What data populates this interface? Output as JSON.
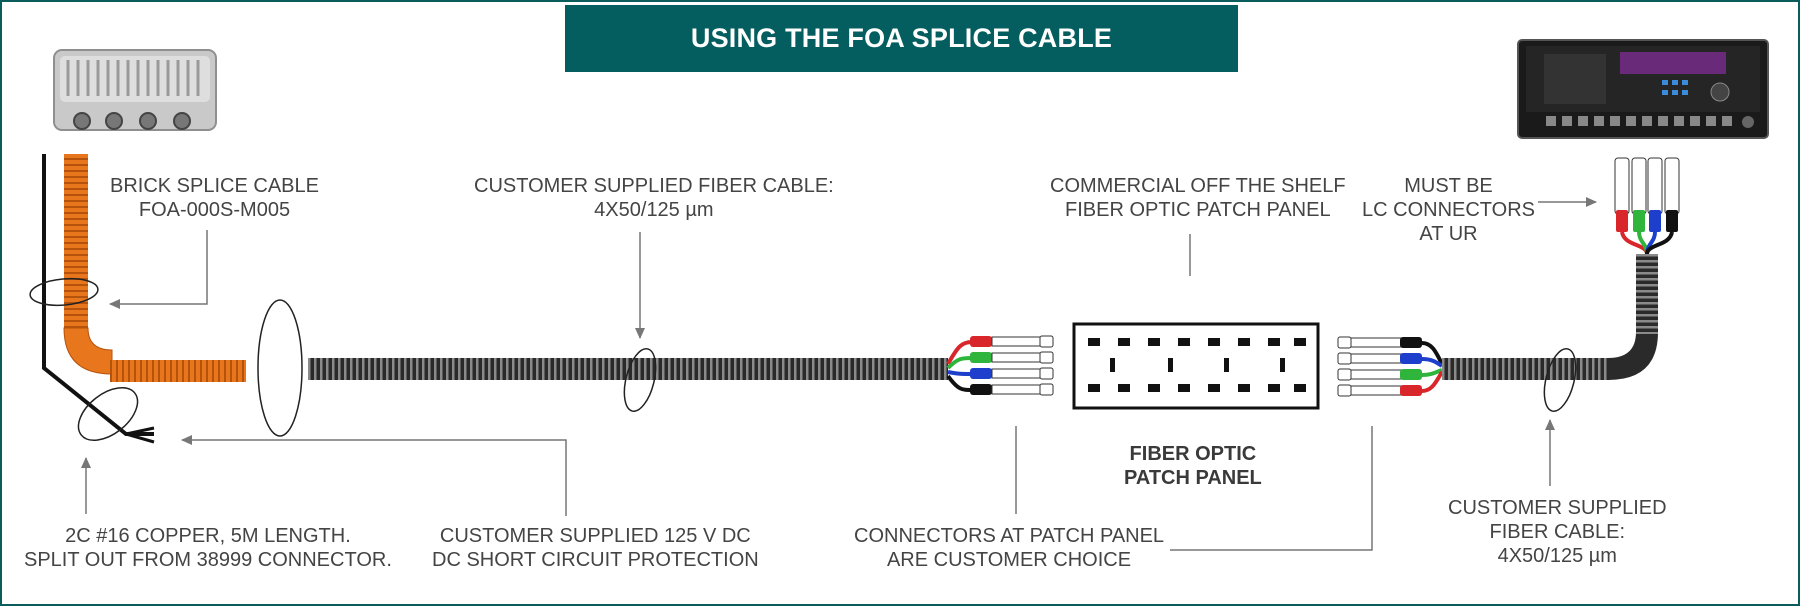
{
  "title": "USING THE FOA SPLICE CABLE",
  "labels": {
    "brick_splice": [
      "BRICK SPLICE CABLE",
      "FOA-000S-M005"
    ],
    "fiber_cable_top": [
      "CUSTOMER SUPPLIED FIBER CABLE:",
      "4X50/125 µm"
    ],
    "cots_patch_panel": [
      "COMMERCIAL OFF THE SHELF",
      "FIBER OPTIC PATCH PANEL"
    ],
    "lc_connectors": [
      "MUST BE",
      "LC CONNECTORS",
      "AT UR"
    ],
    "patch_panel": [
      "FIBER OPTIC",
      "PATCH PANEL"
    ],
    "copper": [
      "2C #16 COPPER, 5M LENGTH.",
      "SPLIT OUT FROM 38999 CONNECTOR."
    ],
    "power": [
      "CUSTOMER SUPPLIED 125 V DC",
      "DC SHORT CIRCUIT PROTECTION"
    ],
    "connectors_choice": [
      "CONNECTORS AT PATCH PANEL",
      "ARE CUSTOMER CHOICE"
    ],
    "fiber_cable_bottom": [
      "CUSTOMER SUPPLIED",
      "FIBER CABLE:",
      "4X50/125 µm"
    ]
  },
  "colors": {
    "title_bg": "#045d5e",
    "splice_orange": "#e8761c",
    "fiber_red": "#d9262b",
    "fiber_green": "#2fb53c",
    "fiber_blue": "#1d3fcc",
    "fiber_black": "#111111"
  },
  "icons": [
    "brick-device-icon",
    "ur-relay-icon"
  ]
}
